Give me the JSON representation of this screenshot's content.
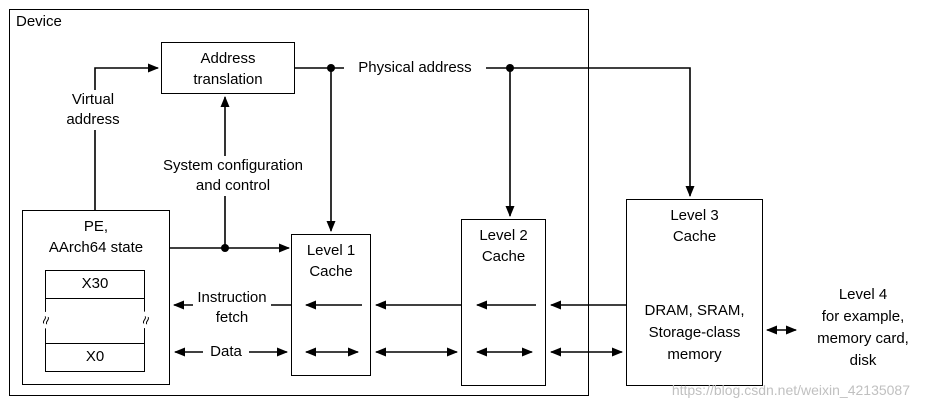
{
  "diagram": {
    "device_label": "Device",
    "address_translation_box": {
      "line1": "Address",
      "line2": "translation"
    },
    "labels": {
      "physical_address": "Physical address",
      "virtual_address_line1": "Virtual",
      "virtual_address_line2": "address",
      "system_config_line1": "System configuration",
      "system_config_line2": "and control",
      "instruction_fetch_line1": "Instruction",
      "instruction_fetch_line2": "fetch",
      "data": "Data",
      "register_break": "≈"
    },
    "pe_box": {
      "line1": "PE,",
      "line2": "AArch64 state",
      "register_top": "X30",
      "register_bottom": "X0"
    },
    "level1_box": {
      "line1": "Level 1",
      "line2": "Cache"
    },
    "level2_box": {
      "line1": "Level 2",
      "line2": "Cache"
    },
    "level3_box": {
      "line1": "Level 3",
      "line2": "Cache",
      "mem1": "DRAM, SRAM,",
      "mem2": "Storage-class",
      "mem3": "memory"
    },
    "level4": {
      "line1": "Level 4",
      "line2": "for example,",
      "line3": "memory card,",
      "line4": "disk"
    },
    "watermark": "https://blog.csdn.net/weixin_42135087"
  }
}
